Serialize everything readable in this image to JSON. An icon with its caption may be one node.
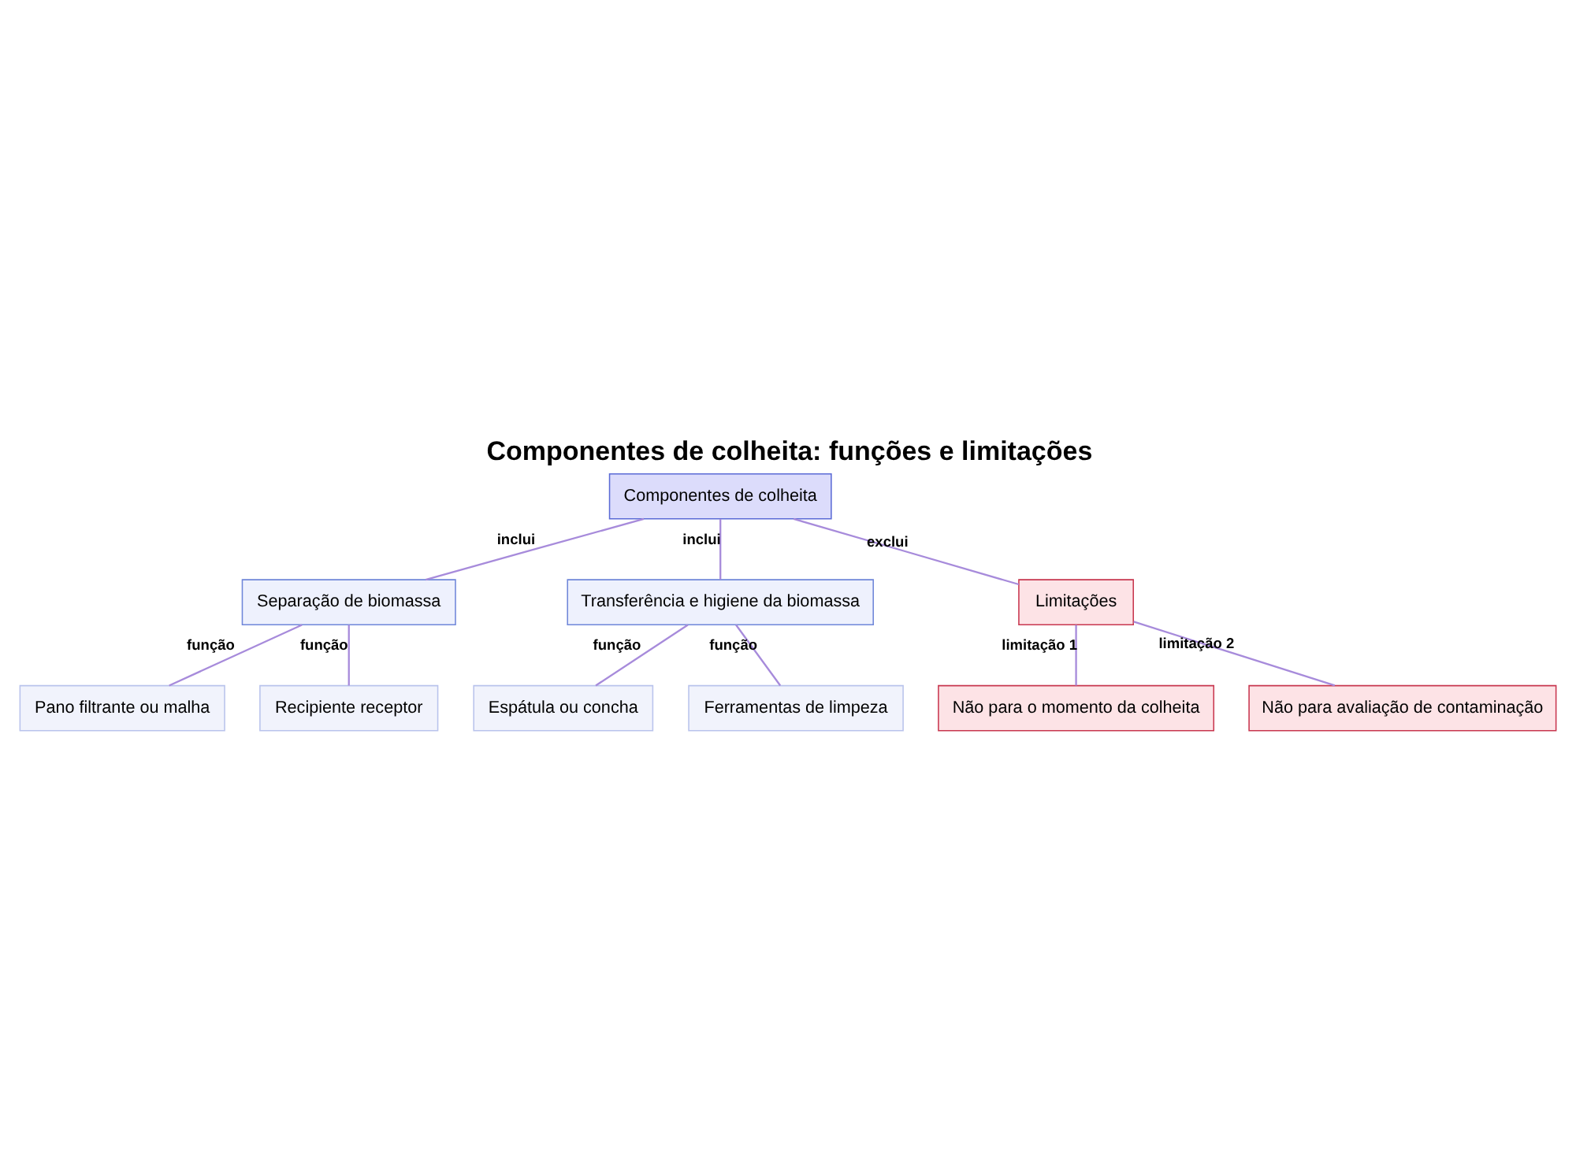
{
  "diagram": {
    "title": "Componentes de colheita: funções e limitações",
    "nodes": [
      {
        "text": [
          "Componentes de colheita"
        ]
      },
      {
        "text": [
          "Separação de biomassa"
        ]
      },
      {
        "text": [
          "Transferência e higiene da biomassa"
        ]
      },
      {
        "text": [
          "Limitações"
        ]
      },
      {
        "text": [
          "Pano filtrante ou malha"
        ]
      },
      {
        "text": [
          "Recipiente receptor"
        ]
      },
      {
        "text": [
          "Espátula ou concha"
        ]
      },
      {
        "text": [
          "Ferramentas de limpeza"
        ]
      },
      {
        "text": [
          "Não para o momento da colheita"
        ]
      },
      {
        "text": [
          "Não para avaliação de contaminação"
        ]
      }
    ],
    "edges": [
      {
        "from": 0,
        "to": 1,
        "arrow": "none",
        "label": "inclui"
      },
      {
        "from": 0,
        "to": 2,
        "arrow": "none",
        "label": "inclui"
      },
      {
        "from": 0,
        "to": 3,
        "arrow": "none",
        "label": "exclui"
      },
      {
        "from": 1,
        "to": 4,
        "arrow": "none",
        "label": "função"
      },
      {
        "from": 1,
        "to": 5,
        "arrow": "none",
        "label": "função"
      },
      {
        "from": 2,
        "to": 6,
        "arrow": "none",
        "label": "função"
      },
      {
        "from": 2,
        "to": 7,
        "arrow": "none",
        "label": "função"
      },
      {
        "from": 3,
        "to": 8,
        "arrow": "none",
        "label": "limitação 1"
      },
      {
        "from": 3,
        "to": 9,
        "arrow": "none",
        "label": "limitação 2"
      }
    ]
  }
}
